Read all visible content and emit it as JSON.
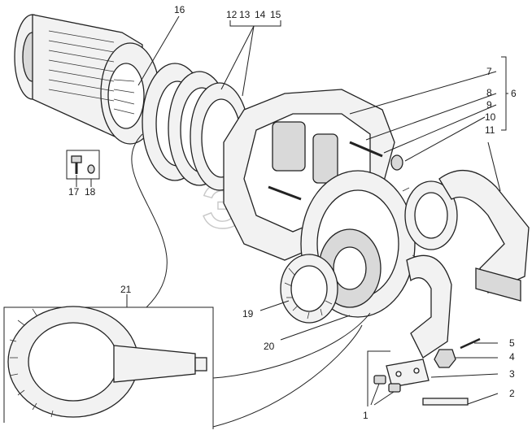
{
  "watermark": "ЭКСК",
  "callouts": {
    "c1": "1",
    "c2": "2",
    "c3": "3",
    "c4": "4",
    "c5": "5",
    "c6": "6",
    "c7": "7",
    "c8": "8",
    "c9": "9",
    "c10": "10",
    "c11": "11",
    "c12": "12",
    "c13": "13",
    "c14": "14",
    "c15": "15",
    "c16": "16",
    "c17": "17",
    "c18": "18",
    "c19": "19",
    "c20": "20",
    "c21": "21"
  }
}
